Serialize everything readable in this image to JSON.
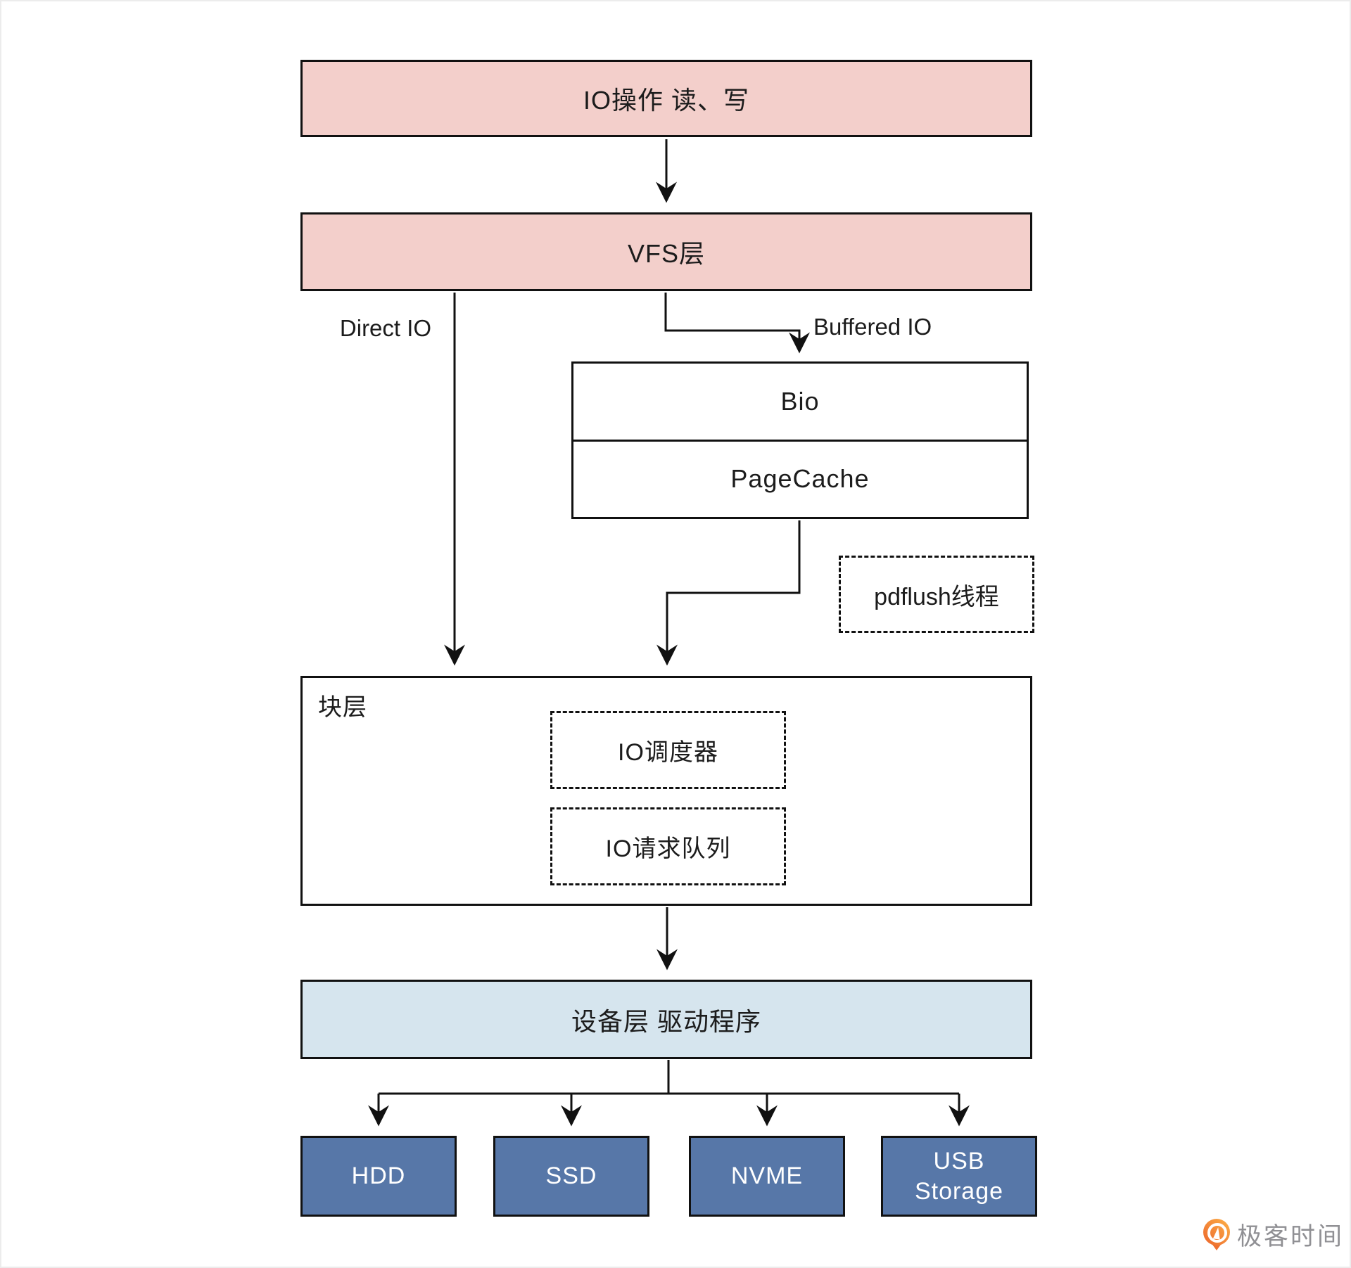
{
  "diagram": {
    "top_box": {
      "label": "IO操作 读、写"
    },
    "vfs_box": {
      "label": "VFS层"
    },
    "edge_labels": {
      "direct_io": "Direct IO",
      "buffered_io": "Buffered IO"
    },
    "bio_box": {
      "top_label": "Bio",
      "bottom_label": "PageCache"
    },
    "pdflush_box": {
      "label": "pdflush线程"
    },
    "block_layer": {
      "label": "块层",
      "scheduler_label": "IO调度器",
      "queue_label": "IO请求队列"
    },
    "device_layer": {
      "label": "设备层 驱动程序"
    },
    "devices": [
      {
        "label": "HDD"
      },
      {
        "label": "SSD"
      },
      {
        "label": "NVME"
      },
      {
        "label": "USB Storage"
      }
    ],
    "colors": {
      "pink": "#f3cfcb",
      "light_blue": "#d6e5ee",
      "device_blue": "#5777a8",
      "line": "#111111",
      "text": "#1c1c1c",
      "label_gray": "#909094",
      "brand_orange": "#ee7030"
    }
  },
  "footer": {
    "brand": "极客时间"
  }
}
